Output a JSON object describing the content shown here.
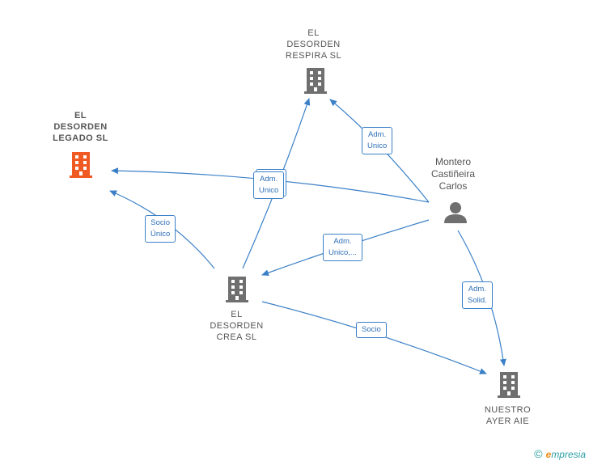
{
  "colors": {
    "edge": "#3b80c7",
    "building": "#6f6f6f",
    "building_main": "#f05a22",
    "label_text": "#555555",
    "brand": "#2a9fa4"
  },
  "nodes": {
    "respira": {
      "lines": [
        "EL",
        "DESORDEN",
        "RESPIRA SL"
      ],
      "icon": "building-icon"
    },
    "legado": {
      "lines": [
        "EL",
        "DESORDEN",
        "LEGADO SL"
      ],
      "icon": "building-icon"
    },
    "crea": {
      "lines": [
        "EL",
        "DESORDEN",
        "CREA SL"
      ],
      "icon": "building-icon"
    },
    "nuestro": {
      "lines": [
        "NUESTRO",
        "AYER AIE"
      ],
      "icon": "building-icon"
    },
    "person": {
      "lines": [
        "Montero",
        "Castiñeira",
        "Carlos"
      ],
      "icon": "person-icon"
    }
  },
  "edge_labels": {
    "person_respira": [
      "Adm.",
      "Unico"
    ],
    "legado_center": [
      "Adm.",
      "Unico"
    ],
    "crea_legado": [
      "Socio",
      "Único"
    ],
    "person_crea": [
      "Adm.",
      "Unico,..."
    ],
    "person_nuestro": [
      "Adm.",
      "Solid."
    ],
    "crea_nuestro": [
      "Socio"
    ]
  },
  "footer": {
    "copyright": "©",
    "brand_initial": "e",
    "brand_rest": "mpresia"
  }
}
